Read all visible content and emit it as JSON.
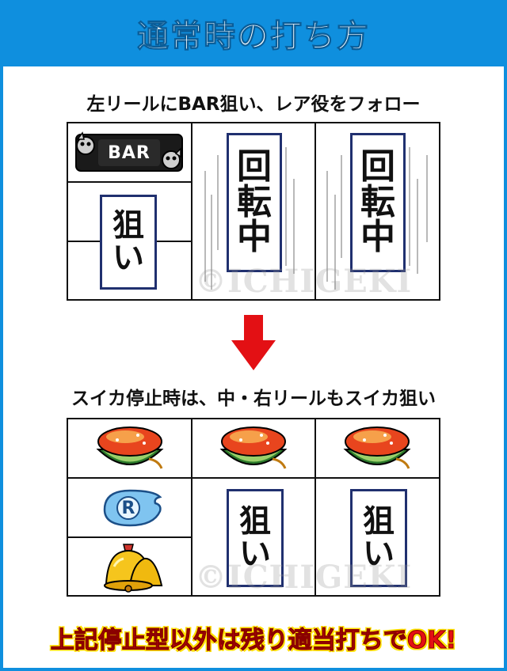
{
  "header": {
    "title": "通常時の打ち方"
  },
  "section1": {
    "caption": "左リールにBAR狙い、レア役をフォロー",
    "bar_symbol_text": "BAR",
    "target_tag": [
      "狙",
      "い"
    ],
    "spinning_tag": [
      "回",
      "転",
      "中"
    ]
  },
  "section2": {
    "caption": "スイカ停止時は、中・右リールもスイカ狙い",
    "replay_letter": "R",
    "target_tag": [
      "狙",
      "い"
    ]
  },
  "watermark": "©ICHIGEKI",
  "footer": {
    "text": "上記停止型以外は残り適当打ちでOK!"
  },
  "colors": {
    "header_blue": "#0f8fde",
    "tag_border": "#20306f",
    "arrow_red": "#e31014",
    "footer_red": "#e31014",
    "footer_outline_yellow": "#ffe100"
  }
}
